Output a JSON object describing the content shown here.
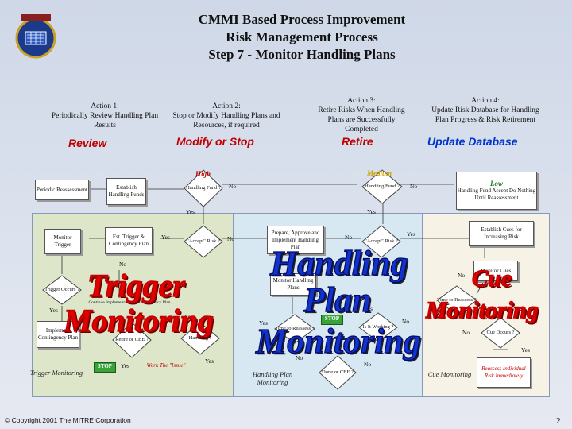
{
  "title": {
    "line1": "CMMI Based Process Improvement",
    "line2": "Risk Management Process",
    "line3": "Step 7 - Monitor Handling Plans"
  },
  "actions": [
    {
      "label": "Action 1:",
      "text": "Periodically Review Handling Plan Results",
      "phase": "Review"
    },
    {
      "label": "Action 2:",
      "text": "Stop or Modify Handling Plans and Resources, if required",
      "phase": "Modify or Stop"
    },
    {
      "label": "Action 3:",
      "text": "Retire Risks When Handling Plans are Successfully Completed",
      "phase": "Retire"
    },
    {
      "label": "Action 4:",
      "text": "Update Risk Database for Handling Plan Progress & Risk Retirement",
      "phase": "Update Database"
    }
  ],
  "flow": {
    "periodic_reassessment": "Periodic Reassessment",
    "establish_funds": "Establish Handling Funds",
    "high": "High",
    "medium": "Medium",
    "low": "Low",
    "handling_fund": "Handling Fund ?",
    "low_box": "Handling Fund Accept Do Nothing Until Reassessment",
    "monitor_trigger": "Monitor Trigger",
    "est_trigger": "Est. Trigger & Contingency Plan",
    "accept_risk": "\"Accept\" Risk ?",
    "prepare_plan": "Prepare, Approve and Implement Handling Plan",
    "establish_cues": "Establish Cues for Increasing Risk",
    "trigger_occurs": "Trigger Occurs ?",
    "continue_impl": "Continue Implementation of Contingency Plan",
    "implement_contingency": "Implement Contingency Plan",
    "retire_or_cbe": "Retire or CBE ?",
    "handling_q": "Handling ?",
    "work_issue": "Work The \"Issue\"",
    "monitor_handling": "Monitor Handling Plans",
    "time_to_reassess": "Time to Reassess ?",
    "is_it_working": "Is It Working ?",
    "done_or_cbe": "Done or CBE ?",
    "monitor_cues": "Monitor Cues",
    "time_to_reassess2": "Time to Reassess ?",
    "cue_occurs": "Cue Occurs ?",
    "reassess_risk": "Reassess Individual Risk Immediately",
    "stop": "STOP",
    "yes": "Yes",
    "no": "No"
  },
  "overlays": {
    "trigger": "Trigger",
    "trigger_monitoring": "Monitoring",
    "handling": "Handling",
    "plan": "Plan",
    "handling_monitoring": "Monitoring",
    "cue": "Cue",
    "cue_monitoring": "Monitoring"
  },
  "footnotes": {
    "trigger": "Trigger Monitoring",
    "handling": "Handling Plan Monitoring",
    "cue": "Cue Monitoring"
  },
  "footer": {
    "copyright": "© Copyright 2001 The MITRE Corporation",
    "page": "2"
  },
  "colors": {
    "phase_red": "#c00000",
    "phase_blue": "#0033cc",
    "stop_green": "#39a339"
  }
}
